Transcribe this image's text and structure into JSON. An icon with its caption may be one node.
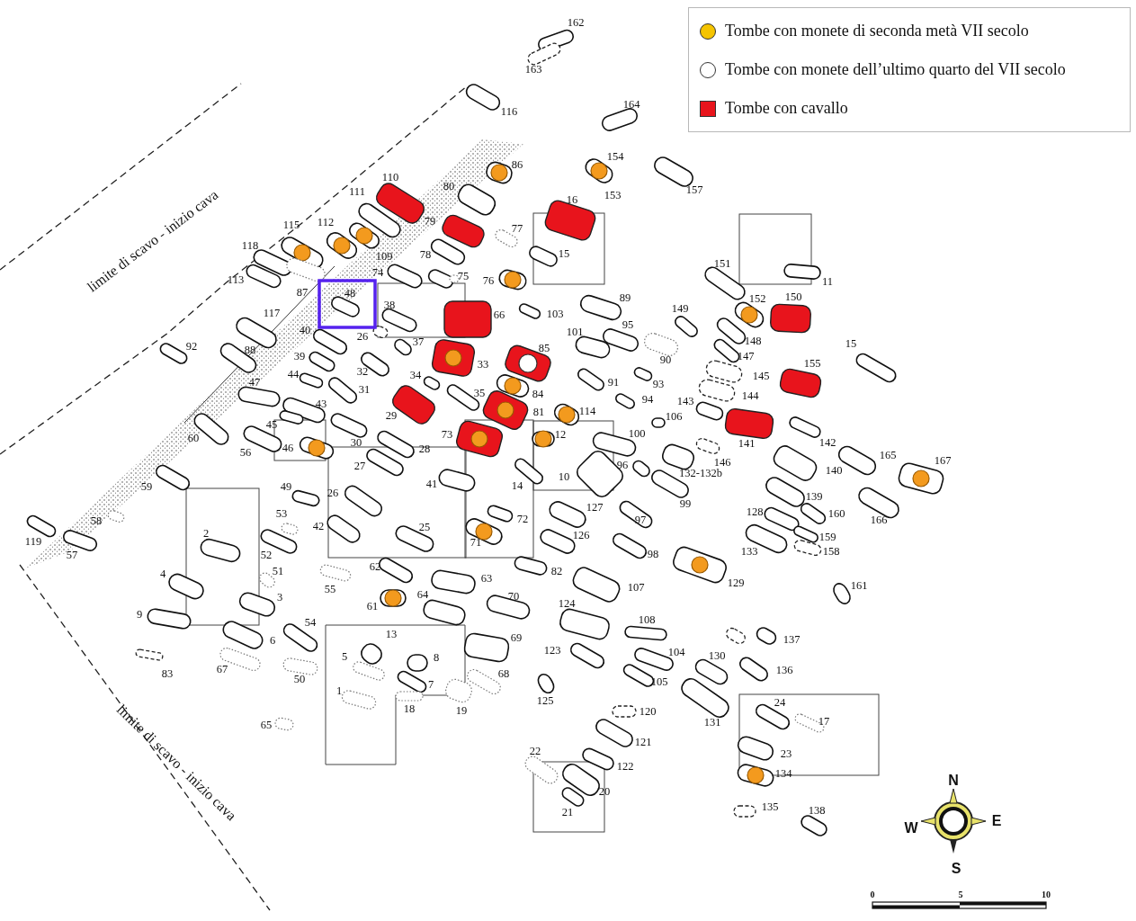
{
  "diagram": {
    "labels": [
      "limite di scavo - inizio cava",
      "162",
      "163",
      "116",
      "164",
      "86",
      "154",
      "153",
      "157",
      "110",
      "111",
      "80",
      "16",
      "79",
      "77",
      "115",
      "112",
      "118",
      "109",
      "78",
      "15",
      "113",
      "74",
      "75",
      "76",
      "87",
      "48",
      "38",
      "26",
      "117",
      "66",
      "103",
      "89",
      "149",
      "151",
      "11",
      "152",
      "150",
      "40",
      "92",
      "88",
      "101",
      "95",
      "90",
      "37",
      "148",
      "147",
      "33",
      "85",
      "15",
      "39",
      "32",
      "34",
      "145",
      "155",
      "44",
      "31",
      "47",
      "91",
      "93",
      "35",
      "84",
      "144",
      "43",
      "94",
      "143",
      "29",
      "81",
      "114",
      "106",
      "141",
      "142",
      "45",
      "60",
      "30",
      "73",
      "12",
      "100",
      "56",
      "46",
      "28",
      "146",
      "132-132b",
      "27",
      "96",
      "140",
      "165",
      "167",
      "59",
      "41",
      "14",
      "10",
      "99",
      "49",
      "26",
      "128",
      "139",
      "160",
      "166",
      "127",
      "97",
      "53",
      "42",
      "72",
      "25",
      "71",
      "126",
      "159",
      "133",
      "2",
      "58",
      "119",
      "57",
      "52",
      "98",
      "158",
      "82",
      "129",
      "63",
      "107",
      "4",
      "51",
      "55",
      "62",
      "161",
      "3",
      "61",
      "64",
      "70",
      "124",
      "9",
      "54",
      "6",
      "108",
      "13",
      "69",
      "137",
      "83",
      "67",
      "5",
      "8",
      "123",
      "104",
      "130",
      "136",
      "50",
      "68",
      "7",
      "1",
      "125",
      "105",
      "18",
      "19",
      "120",
      "131",
      "24",
      "17",
      "65",
      "22",
      "121",
      "23",
      "122",
      "134",
      "20",
      "135",
      "21",
      "138",
      "limite di scavo - inizio cava",
      "N",
      "W",
      "E",
      "S",
      "0",
      "5",
      "10"
    ],
    "legend": [
      {
        "text": "Tombe con monete di seconda metà VII secolo",
        "color": "#f5c400"
      },
      {
        "text": "Tombe con monete dell’ultimo quarto del VII secolo",
        "color": "#ffffff"
      },
      {
        "text": "Tombe con cavallo",
        "color": "#e8141c"
      }
    ]
  }
}
